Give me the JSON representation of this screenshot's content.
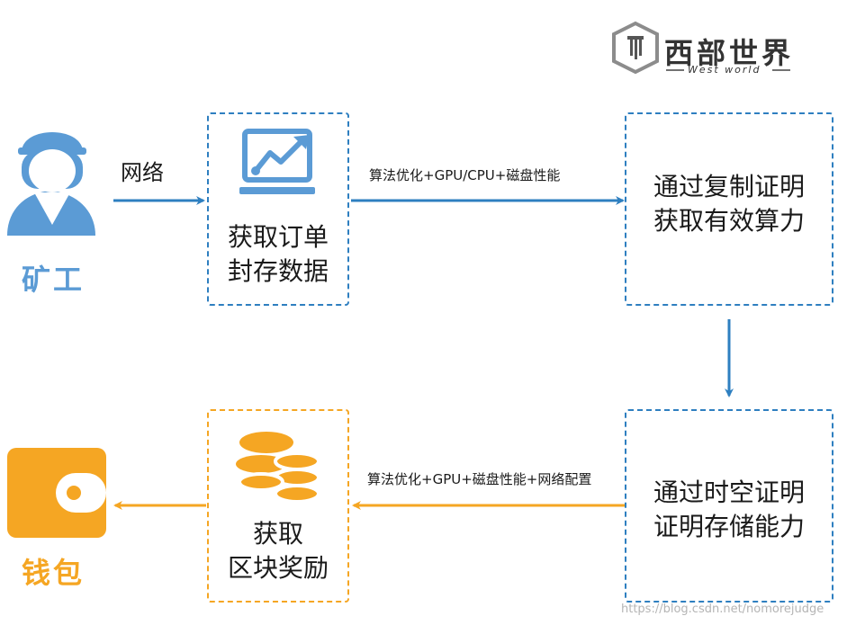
{
  "logo": {
    "cn": "西部世界",
    "en": "West world"
  },
  "nodes": {
    "miner": "矿工",
    "wallet": "钱包",
    "box1": [
      "获取订单",
      "封存数据"
    ],
    "box2": [
      "通过复制证明",
      "获取有效算力"
    ],
    "box3": [
      "通过时空证明",
      "证明存储能力"
    ],
    "box4": [
      "获取",
      "区块奖励"
    ]
  },
  "edges": {
    "network": "网络",
    "top": "算法优化+GPU/CPU+磁盘性能",
    "bottom": "算法优化+GPU+磁盘性能+网络配置"
  },
  "watermark": "https://blog.csdn.net/nomorejudge",
  "colors": {
    "blue": "#2e7fc0",
    "icon_blue": "#5b9bd5",
    "orange": "#f5a623"
  }
}
